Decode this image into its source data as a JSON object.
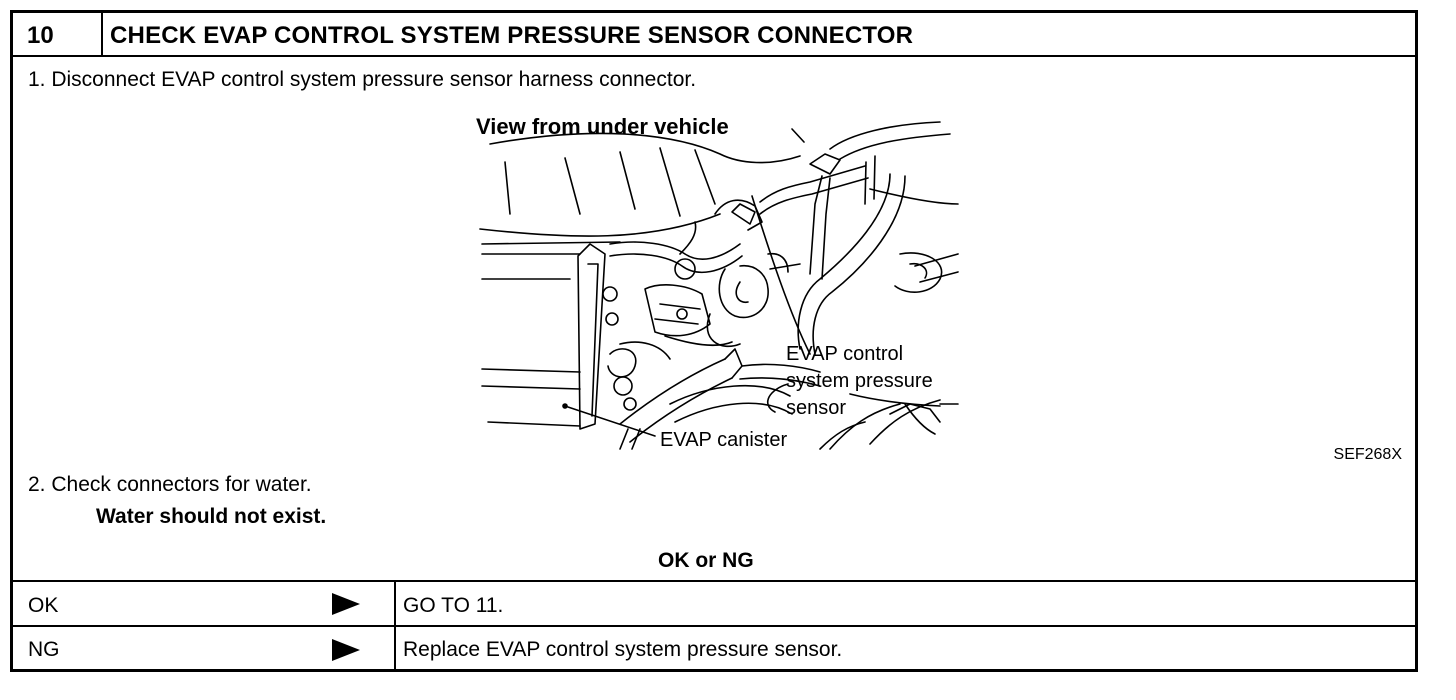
{
  "header": {
    "step_number": "10",
    "title": "CHECK EVAP CONTROL SYSTEM PRESSURE SENSOR CONNECTOR"
  },
  "instructions": {
    "step1": "1.  Disconnect EVAP control system pressure sensor harness connector.",
    "step2": "2.  Check connectors for water.",
    "step2_result": "Water should not exist."
  },
  "figure": {
    "caption": "View from under vehicle",
    "label_sensor_line1": "EVAP control",
    "label_sensor_line2": "system pressure",
    "label_sensor_line3": "sensor",
    "label_canister": "EVAP canister",
    "reference_code": "SEF268X"
  },
  "decision": {
    "prompt": "OK or NG",
    "rows": [
      {
        "result": "OK",
        "action": "GO TO 11."
      },
      {
        "result": "NG",
        "action": "Replace EVAP control system pressure sensor."
      }
    ]
  }
}
